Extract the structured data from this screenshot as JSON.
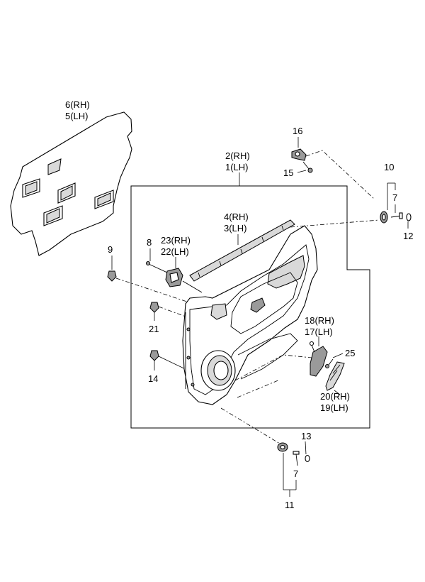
{
  "labels": {
    "l6": "6(RH)",
    "l5": "5(LH)",
    "l16": "16",
    "l15": "15",
    "l2": "2(RH)",
    "l1": "1(LH)",
    "l10": "10",
    "l7a": "7",
    "l12": "12",
    "l4": "4(RH)",
    "l3": "3(LH)",
    "l8": "8",
    "l23": "23(RH)",
    "l22": "22(LH)",
    "l9": "9",
    "l21": "21",
    "l18": "18(RH)",
    "l17": "17(LH)",
    "l25": "25",
    "l14": "14",
    "l20": "20(RH)",
    "l19": "19(LH)",
    "l13": "13",
    "l7b": "7",
    "l11": "11"
  }
}
